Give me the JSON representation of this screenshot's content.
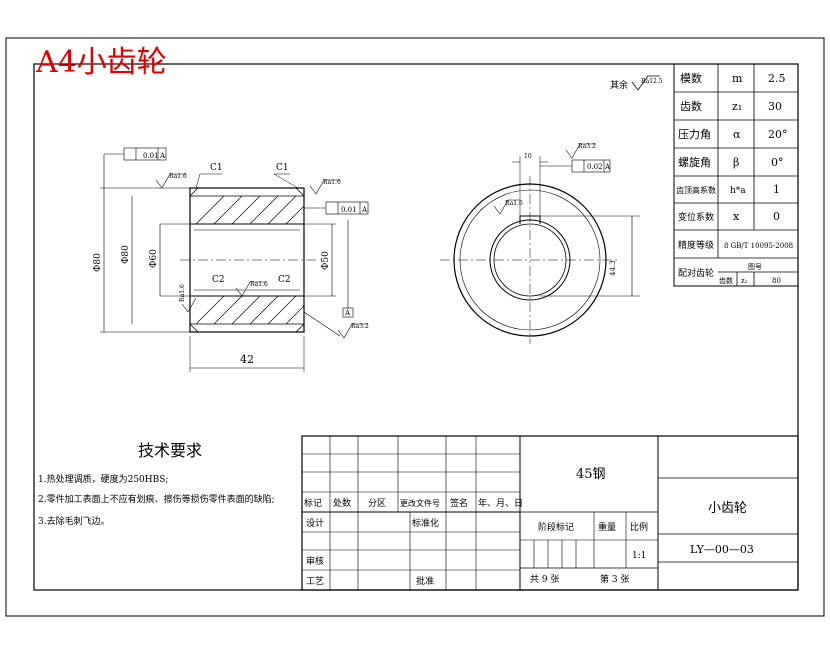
{
  "header": {
    "label": "A4小齿轮"
  },
  "roughness_note": {
    "prefix": "其余",
    "value": "Ra12.5"
  },
  "params": [
    {
      "name": "模数",
      "symbol": "m",
      "value": "2.5"
    },
    {
      "name": "齿数",
      "symbol": "z₁",
      "value": "30"
    },
    {
      "name": "压力角",
      "symbol": "α",
      "value": "20°"
    },
    {
      "name": "螺旋角",
      "symbol": "β",
      "value": "0°"
    },
    {
      "name": "齿顶高系数",
      "symbol": "h*a",
      "value": "1"
    },
    {
      "name": "变位系数",
      "symbol": "x",
      "value": "0"
    }
  ],
  "accuracy": {
    "name": "精度等级",
    "value": "8 GB/T 10095-2008"
  },
  "pair_gear": {
    "name": "配对齿轮",
    "sub1": "图号",
    "sub2": "齿数",
    "symbol": "z₂",
    "value": "80"
  },
  "drawing": {
    "chamfers": [
      "C1",
      "C1",
      "C2",
      "C2"
    ],
    "dimensions": {
      "width": "42",
      "bore": "Φ60",
      "outer_a": "Φ80",
      "outer_b": "Φ80",
      "hole": "Φ50",
      "key": "44.3",
      "key_w": "10"
    },
    "tolerances": {
      "runout_1": "0.01",
      "datum": "A",
      "runout_2": "0.01",
      "sym": "0.02"
    },
    "roughness": [
      "Ra1.6",
      "Ra1.6",
      "Ra1.6",
      "Ra1.6",
      "Ra3.2",
      "Ra1.6",
      "Ra3.2"
    ]
  },
  "requirements": {
    "title": "技术要求",
    "items": [
      "1.热处理调质，硬度为250HBS;",
      "2.零件加工表面上不应有划痕、擦伤等损伤零件表面的缺陷;",
      "3.去除毛刺飞边。"
    ]
  },
  "title_block": {
    "material": "45钢",
    "part_name": "小齿轮",
    "drawing_no": "LY—00—03",
    "headers": [
      "标记",
      "处数",
      "分区",
      "更改文件号",
      "签名",
      "年、月、日"
    ],
    "design": "设计",
    "standardize": "标准化",
    "review": "审核",
    "process": "工艺",
    "approve": "批准",
    "stage": "阶段标记",
    "weight": "重量",
    "scale_label": "比例",
    "scale": "1:1",
    "sheets": "共  9  张",
    "sheet_no": "第  3  张"
  }
}
